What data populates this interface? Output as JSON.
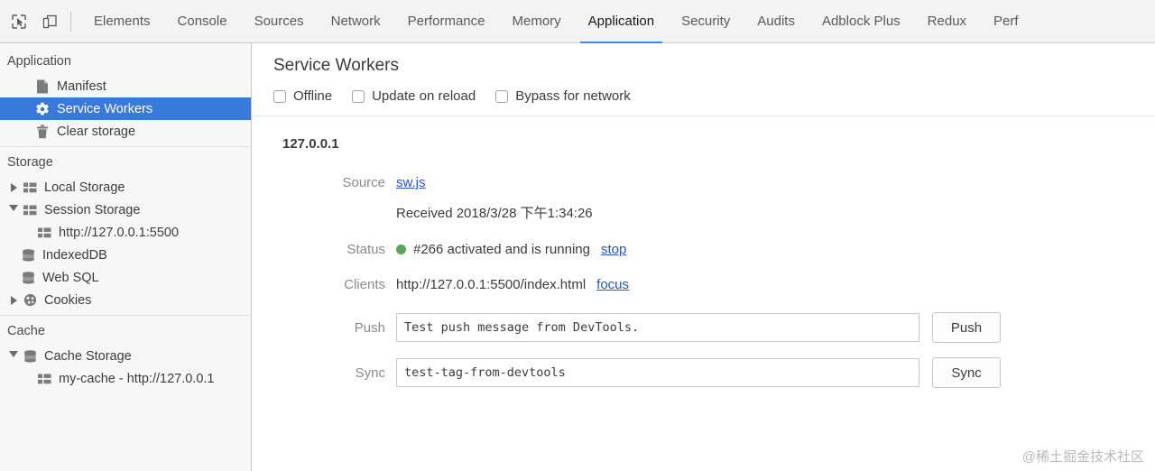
{
  "toolbar": {
    "inspect_icon": "inspect-cursor-icon",
    "device_icon": "device-toolbar-icon",
    "tabs": [
      {
        "label": "Elements",
        "active": false
      },
      {
        "label": "Console",
        "active": false
      },
      {
        "label": "Sources",
        "active": false
      },
      {
        "label": "Network",
        "active": false
      },
      {
        "label": "Performance",
        "active": false
      },
      {
        "label": "Memory",
        "active": false
      },
      {
        "label": "Application",
        "active": true
      },
      {
        "label": "Security",
        "active": false
      },
      {
        "label": "Audits",
        "active": false
      },
      {
        "label": "Adblock Plus",
        "active": false
      },
      {
        "label": "Redux",
        "active": false
      },
      {
        "label": "Perf",
        "active": false
      }
    ],
    "active_tab": "Application",
    "accent_color": "#4286f4"
  },
  "sidebar": {
    "sections": [
      {
        "title": "Application",
        "items": [
          {
            "label": "Manifest",
            "icon": "document-icon",
            "indent": 1,
            "arrow": "none",
            "selected": false
          },
          {
            "label": "Service Workers",
            "icon": "gear-icon",
            "indent": 1,
            "arrow": "none",
            "selected": true
          },
          {
            "label": "Clear storage",
            "icon": "trash-icon",
            "indent": 1,
            "arrow": "none",
            "selected": false
          }
        ]
      },
      {
        "title": "Storage",
        "items": [
          {
            "label": "Local Storage",
            "icon": "table-icon",
            "indent": 0,
            "arrow": "right",
            "selected": false
          },
          {
            "label": "Session Storage",
            "icon": "table-icon",
            "indent": 0,
            "arrow": "down",
            "selected": false
          },
          {
            "label": "http://127.0.0.1:5500",
            "icon": "table-icon",
            "indent": 2,
            "arrow": "none",
            "selected": false
          },
          {
            "label": "IndexedDB",
            "icon": "database-icon",
            "indent": 1,
            "arrow": "none",
            "selected": false
          },
          {
            "label": "Web SQL",
            "icon": "database-icon",
            "indent": 1,
            "arrow": "none",
            "selected": false
          },
          {
            "label": "Cookies",
            "icon": "cookie-icon",
            "indent": 0,
            "arrow": "right",
            "selected": false
          }
        ]
      },
      {
        "title": "Cache",
        "items": [
          {
            "label": "Cache Storage",
            "icon": "database-icon",
            "indent": 0,
            "arrow": "down",
            "selected": false
          },
          {
            "label": "my-cache - http://127.0.0.1",
            "icon": "table-icon",
            "indent": 2,
            "arrow": "none",
            "selected": false
          }
        ]
      }
    ],
    "selected_color": "#3879d9"
  },
  "main": {
    "title": "Service Workers",
    "checkboxes": [
      {
        "label": "Offline",
        "checked": false
      },
      {
        "label": "Update on reload",
        "checked": false
      },
      {
        "label": "Bypass for network",
        "checked": false
      }
    ],
    "origin": "127.0.0.1",
    "fields": {
      "source_label": "Source",
      "source_value": "sw.js",
      "received_text": "Received 2018/3/28 下午1:34:26",
      "status_label": "Status",
      "status_text": "#266 activated and is running",
      "status_action": "stop",
      "status_color": "#58a758",
      "clients_label": "Clients",
      "clients_value": "http://127.0.0.1:5500/index.html",
      "clients_action": "focus",
      "push_label": "Push",
      "push_value": "Test push message from DevTools.",
      "push_button": "Push",
      "sync_label": "Sync",
      "sync_value": "test-tag-from-devtools",
      "sync_button": "Sync"
    }
  },
  "watermark": "@稀土掘金技术社区"
}
